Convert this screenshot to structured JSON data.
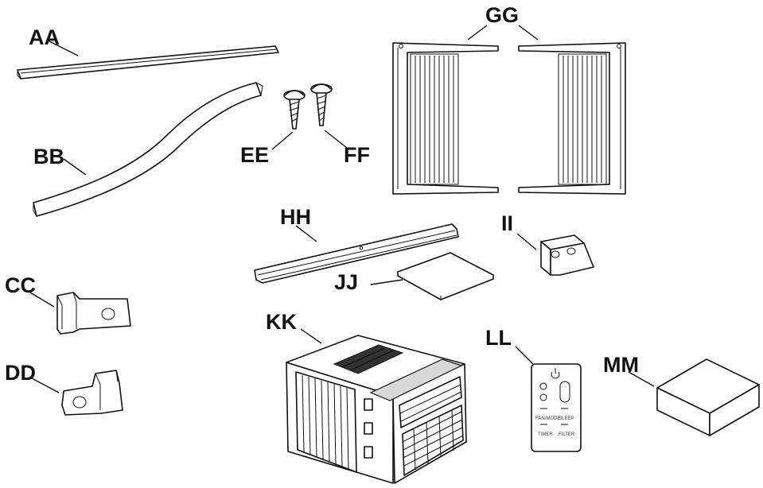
{
  "labels": {
    "aa": "AA",
    "bb": "BB",
    "cc": "CC",
    "dd": "DD",
    "ee": "EE",
    "ff": "FF",
    "gg": "GG",
    "hh": "HH",
    "ii": "II",
    "jj": "JJ",
    "kk": "KK",
    "ll": "LL",
    "mm": "MM"
  },
  "remote": {
    "fan_mode": "FAN/MODE",
    "sleep": "SLEEP",
    "timer": "TIMER",
    "filter": "FILTER"
  }
}
